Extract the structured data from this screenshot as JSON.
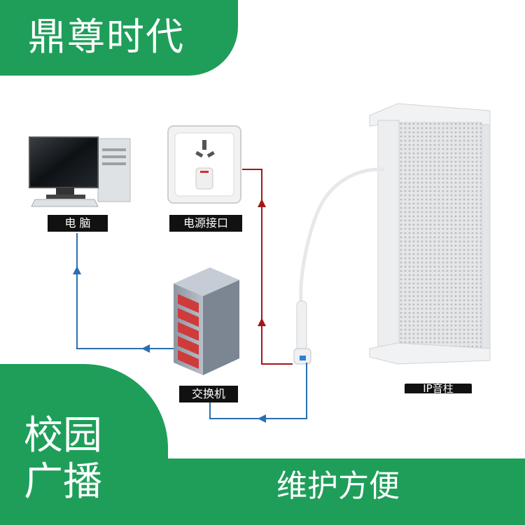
{
  "brand": {
    "name": "鼎尊时代"
  },
  "diagram": {
    "computer_label": "电 脑",
    "power_label": "电源接口",
    "switch_label": "交换机",
    "speaker_label": "IP音柱"
  },
  "campus": {
    "line1": "校园",
    "line2": "广播"
  },
  "slogan": "维护方便",
  "colors": {
    "brand_green": "#1f9e5a",
    "network_line": "#2a6fb0",
    "power_line": "#a01818",
    "label_bg": "#111111"
  }
}
